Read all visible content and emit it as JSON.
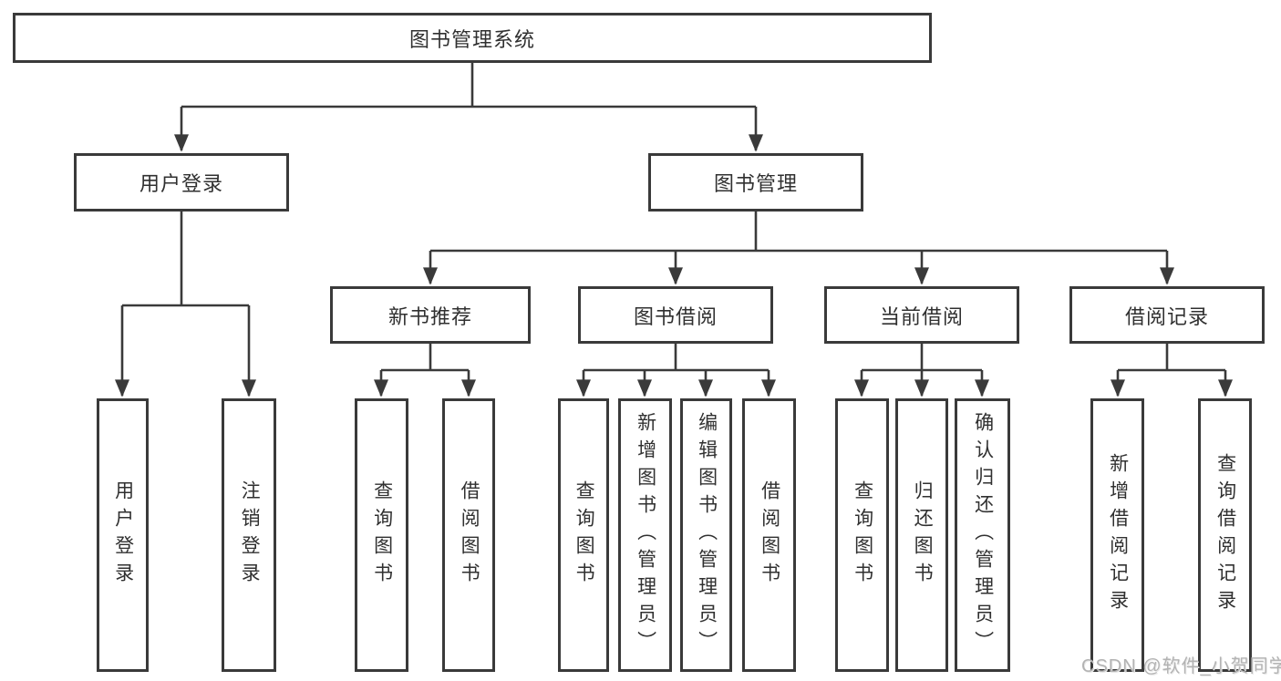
{
  "diagram": {
    "root": {
      "label": "图书管理系统"
    },
    "level2": [
      {
        "label": "用户登录"
      },
      {
        "label": "图书管理"
      }
    ],
    "level3": [
      {
        "label": "新书推荐"
      },
      {
        "label": "图书借阅"
      },
      {
        "label": "当前借阅"
      },
      {
        "label": "借阅记录"
      }
    ],
    "leaves": {
      "user_login": [
        {
          "label": "用户登录"
        },
        {
          "label": "注销登录"
        }
      ],
      "new_book_recommend": [
        {
          "label": "查询图书"
        },
        {
          "label": "借阅图书"
        }
      ],
      "book_borrowing": [
        {
          "label": "查询图书"
        },
        {
          "label": "新增图书（管理员）"
        },
        {
          "label": "编辑图书（管理员）"
        },
        {
          "label": "借阅图书"
        }
      ],
      "current_borrowing": [
        {
          "label": "查询图书"
        },
        {
          "label": "归还图书"
        },
        {
          "label": "确认归还（管理员）"
        }
      ],
      "borrowing_records": [
        {
          "label": "新增借阅记录"
        },
        {
          "label": "查询借阅记录"
        }
      ]
    },
    "colors": {
      "border": "#3a3a3a",
      "line": "#3a3a3a",
      "text": "#303030",
      "background": "#ffffff",
      "watermark": "#b3b3b3"
    }
  },
  "watermark": {
    "text": "CSDN @软件_小贺同学"
  }
}
